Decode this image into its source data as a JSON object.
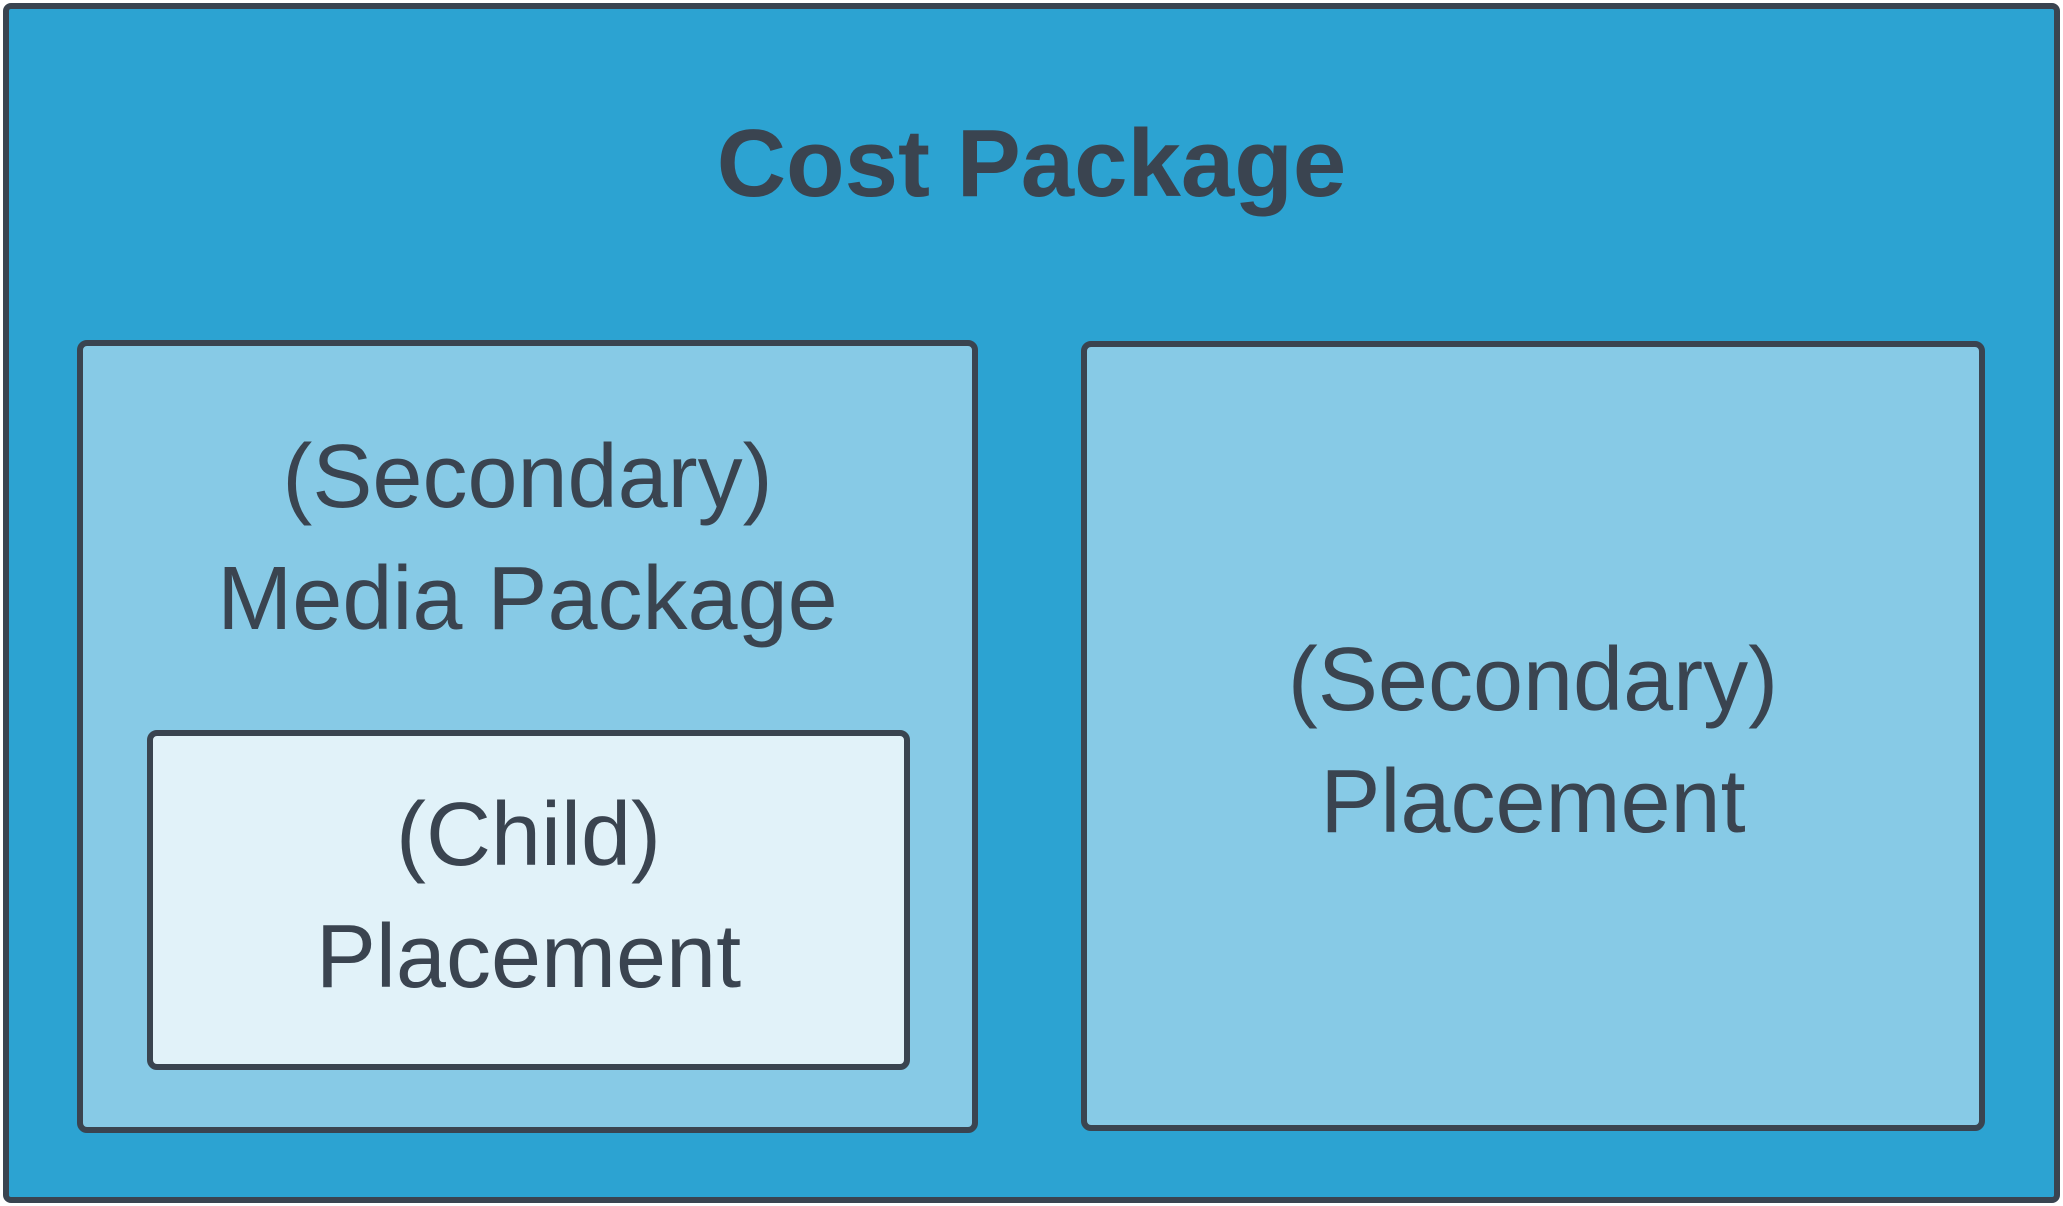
{
  "cost_package": {
    "title": "Cost Package"
  },
  "media_package": {
    "line1": "(Secondary)",
    "line2": "Media Package"
  },
  "child_placement": {
    "line1": "(Child)",
    "line2": "Placement"
  },
  "secondary_placement": {
    "line1": "(Secondary)",
    "line2": "Placement"
  },
  "colors": {
    "outer": "#2ca3d2",
    "inner": "#87cae6",
    "child": "#e1f2f9",
    "border": "#3a4450"
  }
}
